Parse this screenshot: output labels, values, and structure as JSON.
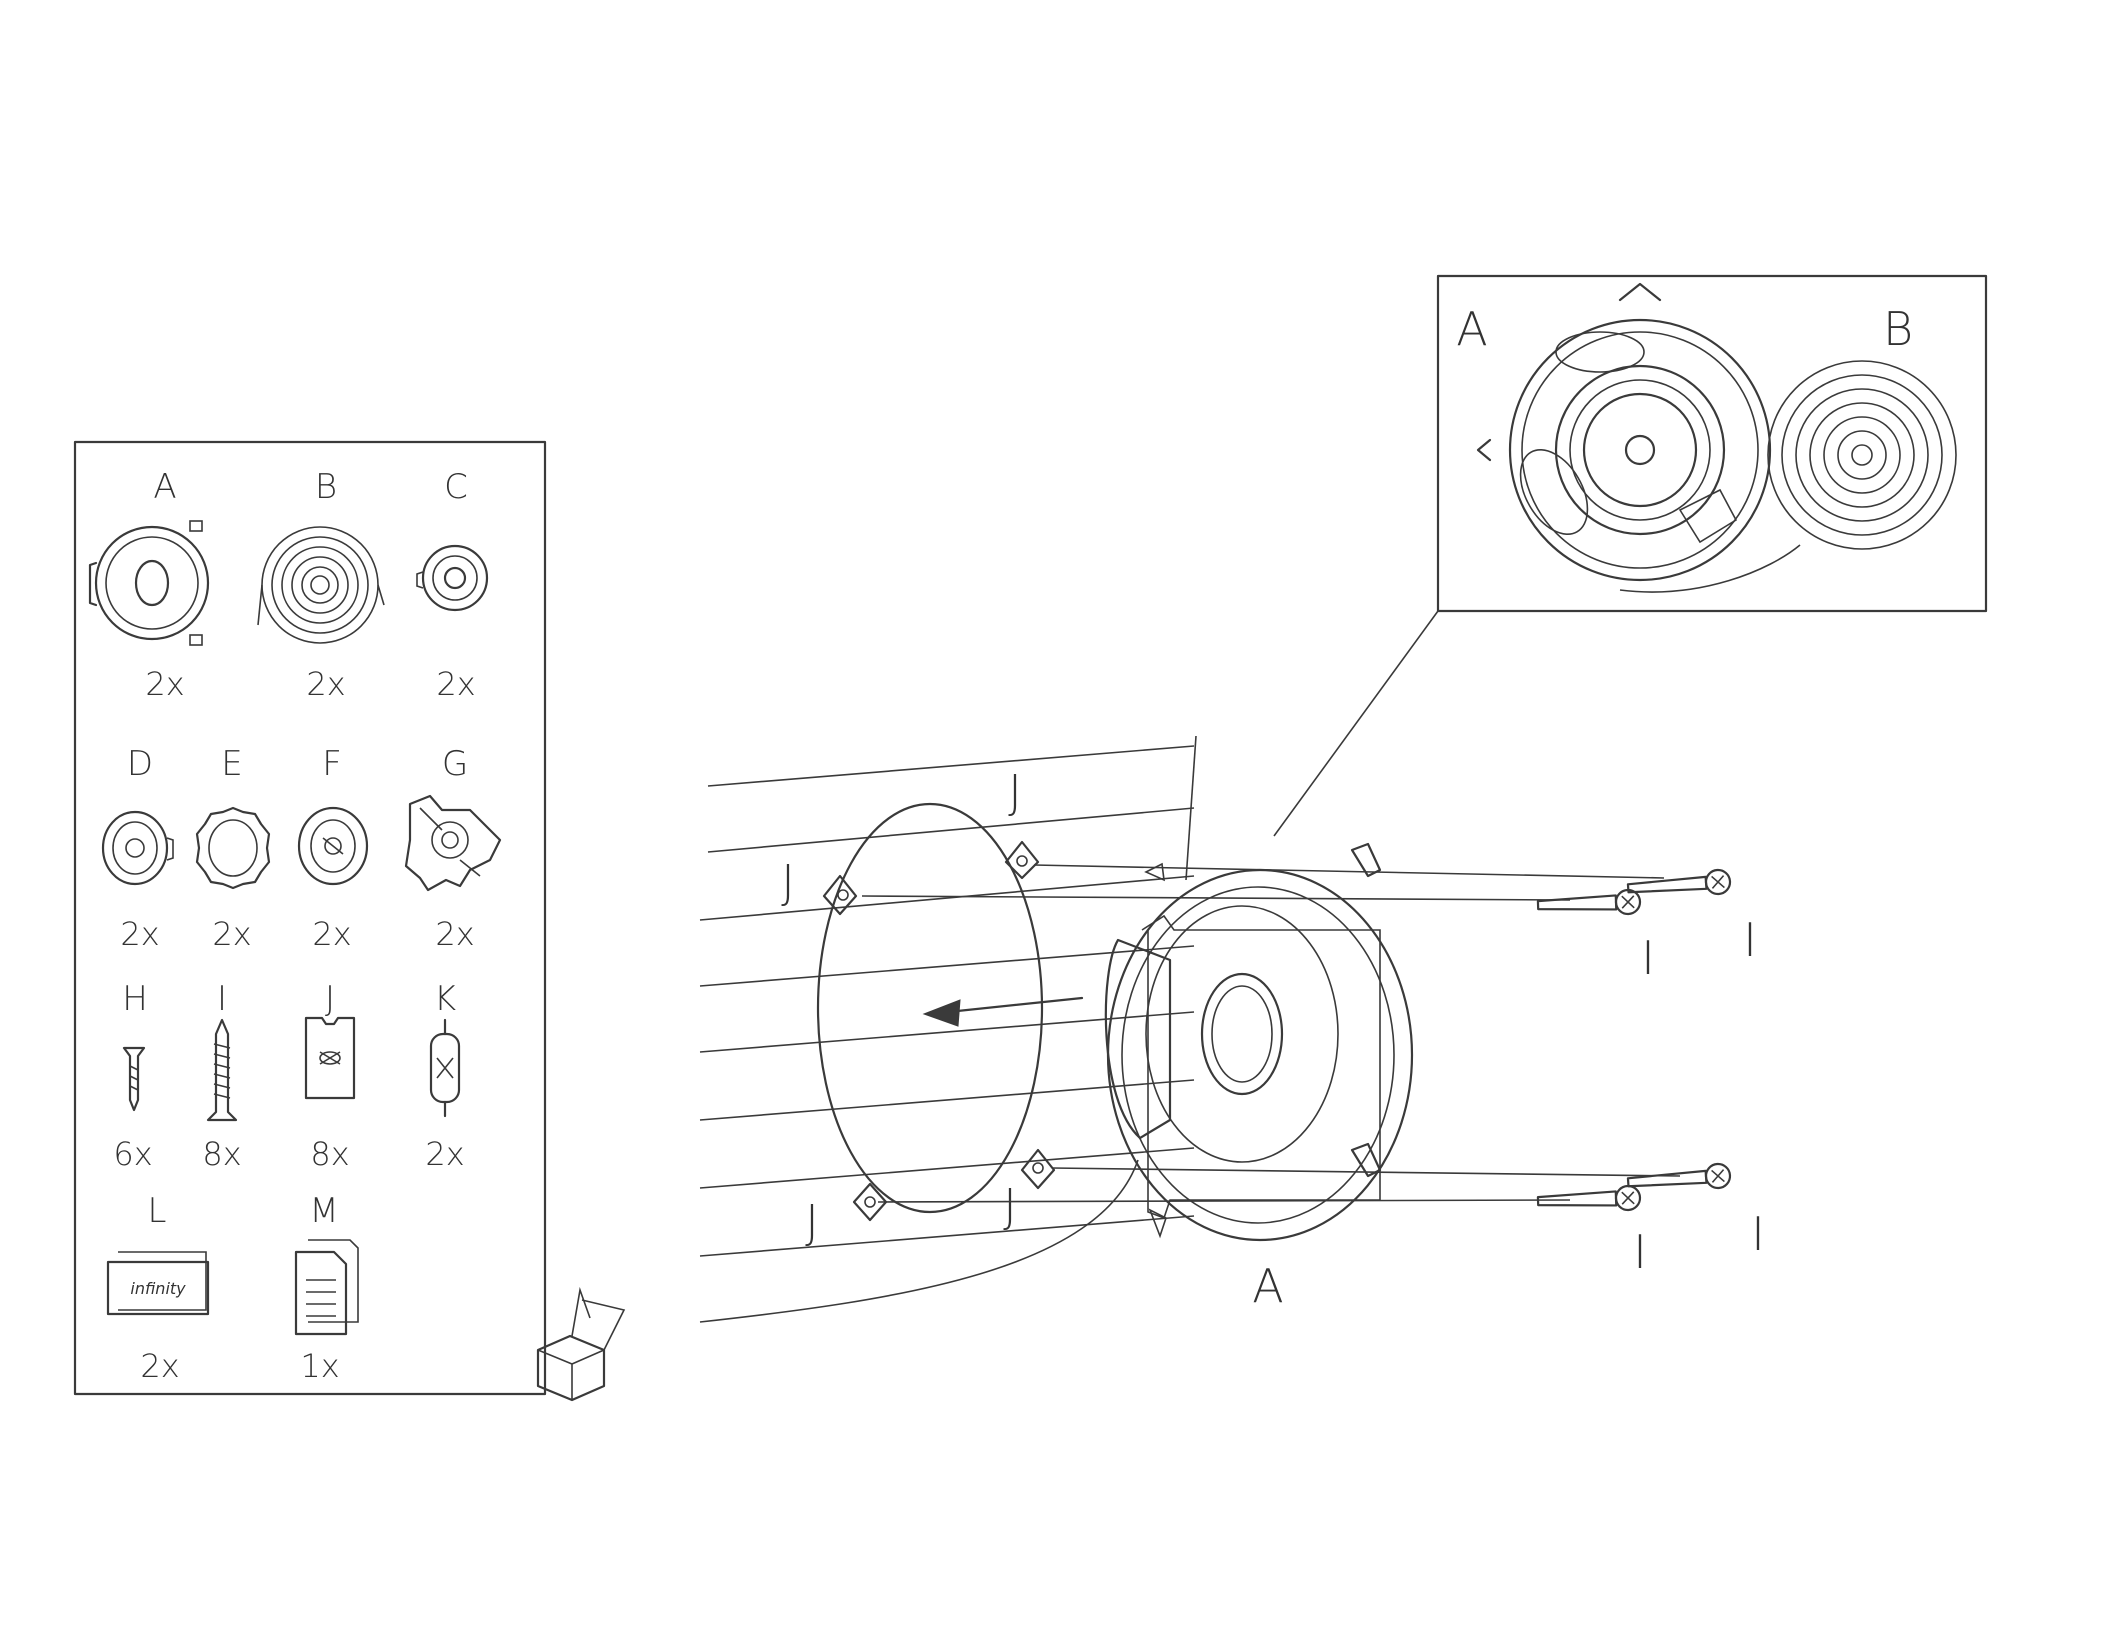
{
  "parts_list": {
    "items": [
      {
        "letter": "A",
        "qty": "2x",
        "icon": "coaxial-speaker-icon"
      },
      {
        "letter": "B",
        "qty": "2x",
        "icon": "coiled-wire-icon"
      },
      {
        "letter": "C",
        "qty": "2x",
        "icon": "tweeter-icon"
      },
      {
        "letter": "D",
        "qty": "2x",
        "icon": "tweeter-flush-mount-icon"
      },
      {
        "letter": "E",
        "qty": "2x",
        "icon": "mounting-ring-icon"
      },
      {
        "letter": "F",
        "qty": "2x",
        "icon": "tweeter-cup-icon"
      },
      {
        "letter": "G",
        "qty": "2x",
        "icon": "angled-mount-icon"
      },
      {
        "letter": "H",
        "qty": "6x",
        "icon": "short-screw-icon"
      },
      {
        "letter": "I",
        "qty": "8x",
        "icon": "long-screw-icon"
      },
      {
        "letter": "J",
        "qty": "8x",
        "icon": "speed-clip-icon"
      },
      {
        "letter": "K",
        "qty": "2x",
        "icon": "inline-capacitor-icon"
      },
      {
        "letter": "L",
        "qty": "2x",
        "icon": "infinity-badge-icon",
        "badge_text": "infinity"
      },
      {
        "letter": "M",
        "qty": "1x",
        "icon": "manual-document-icon"
      }
    ]
  },
  "detail_inset": {
    "label_a": "A",
    "label_b": "B"
  },
  "assembly": {
    "speaker_label": "A",
    "clip_label": "J",
    "screw_label": "I"
  }
}
